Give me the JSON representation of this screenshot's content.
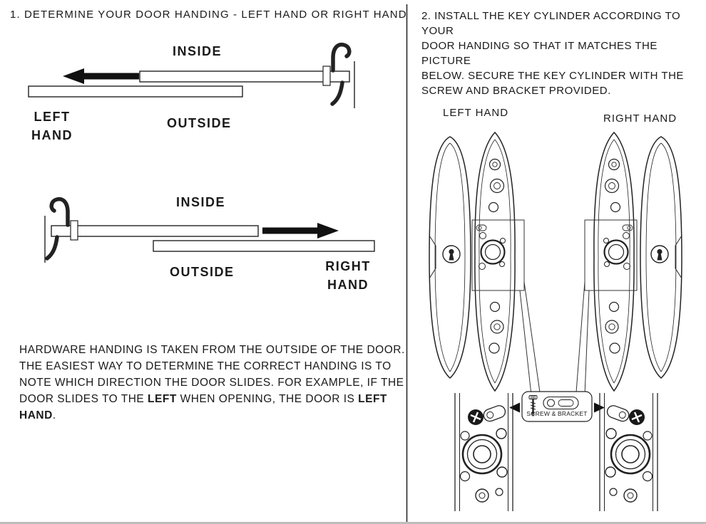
{
  "colors": {
    "ink": "#1a1a1a",
    "arrow": "#111111"
  },
  "step1": {
    "title": "1. DETERMINE YOUR DOOR HANDING - LEFT HAND OR RIGHT HAND",
    "diagram_left": {
      "inside": "INSIDE",
      "outside": "OUTSIDE",
      "hand": "LEFT\nHAND"
    },
    "diagram_right": {
      "inside": "INSIDE",
      "outside": "OUTSIDE",
      "hand": "RIGHT\nHAND"
    },
    "note": {
      "text_1": "HARDWARE HANDING IS TAKEN FROM THE OUTSIDE OF THE DOOR.\nTHE EASIEST WAY TO DETERMINE THE CORRECT HANDING IS TO\nNOTE WHICH DIRECTION THE DOOR SLIDES. FOR EXAMPLE, IF THE\nDOOR SLIDES TO THE ",
      "bold_1": "LEFT",
      "text_2": " WHEN OPENING, THE DOOR IS ",
      "bold_2": "LEFT HAND",
      "text_3": "."
    }
  },
  "step2": {
    "title": "2. INSTALL THE KEY CYLINDER ACCORDING TO YOUR\nDOOR HANDING SO THAT IT MATCHES THE PICTURE\nBELOW. SECURE THE KEY CYLINDER WITH THE\nSCREW AND BRACKET PROVIDED.",
    "left_hand_label": "LEFT HAND",
    "right_hand_label": "RIGHT HAND",
    "screw_bracket_label": "SCREW & BRACKET"
  }
}
